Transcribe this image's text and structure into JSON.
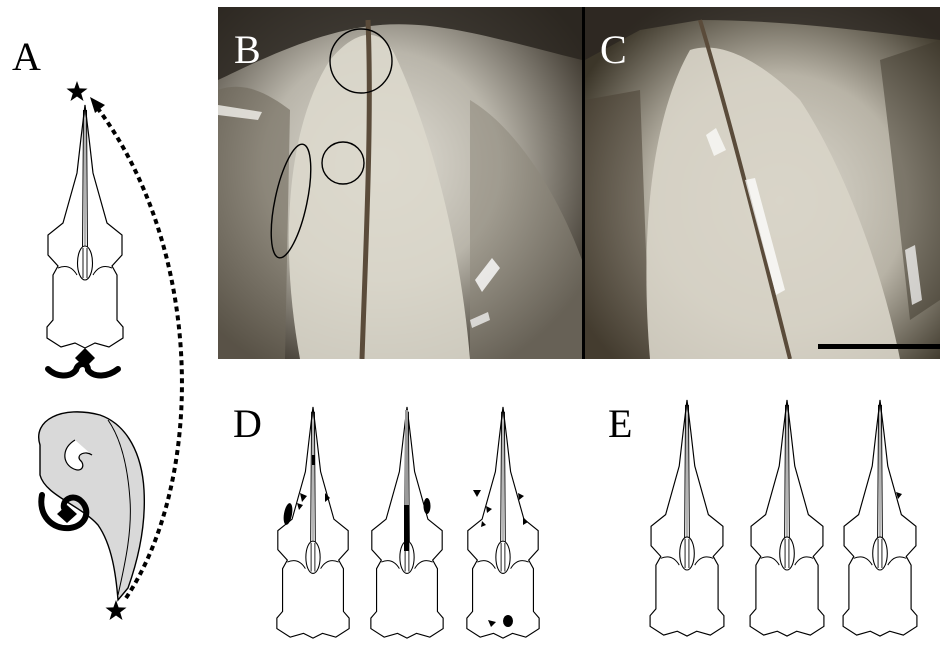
{
  "figure": {
    "panels": [
      {
        "id": "A",
        "label": "A",
        "type": "schematic"
      },
      {
        "id": "B",
        "label": "B",
        "type": "photograph"
      },
      {
        "id": "C",
        "label": "C",
        "type": "photograph"
      },
      {
        "id": "D",
        "label": "D",
        "type": "schematic-series"
      },
      {
        "id": "E",
        "label": "E",
        "type": "schematic-series"
      }
    ],
    "colors": {
      "line": "#000000",
      "fill": "#ffffff",
      "shaded": "#d9d9d9",
      "photo_dark": "#2a2620",
      "photo_light": "#dcd8cc"
    },
    "icons": [
      "star-icon",
      "diamond-icon",
      "arrow-head-icon"
    ]
  }
}
